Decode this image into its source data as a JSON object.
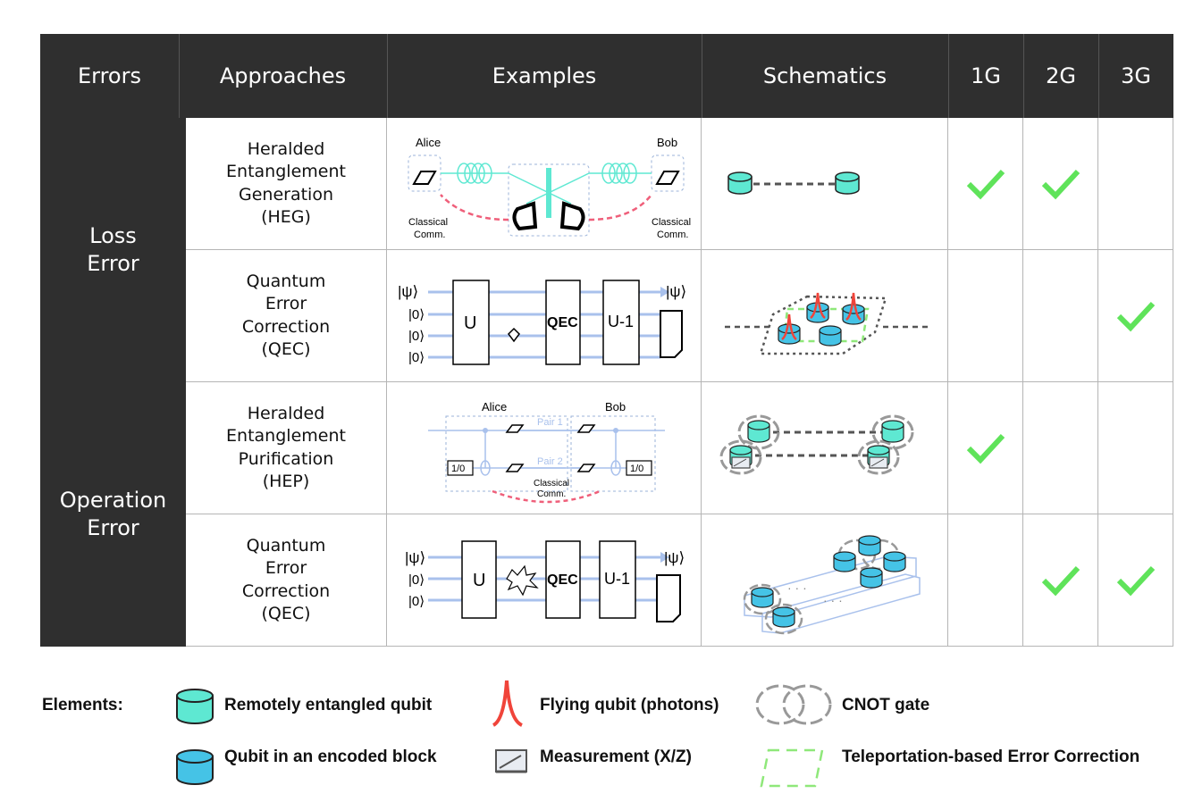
{
  "table": {
    "headers": {
      "errors": "Errors",
      "approaches": "Approaches",
      "examples": "Examples",
      "schematics": "Schematics",
      "g1": "1G",
      "g2": "2G",
      "g3": "3G"
    },
    "error_groups": [
      {
        "label": "Loss\nError"
      },
      {
        "label": "Operation\nError"
      }
    ],
    "rows": [
      {
        "approach": "Heralded\nEntanglement\nGeneration\n(HEG)",
        "g1": true,
        "g2": true,
        "g3": false
      },
      {
        "approach": "Quantum\nError\nCorrection\n(QEC)",
        "g1": false,
        "g2": false,
        "g3": true
      },
      {
        "approach": "Heralded\nEntanglement\nPurification\n(HEP)",
        "g1": true,
        "g2": false,
        "g3": false
      },
      {
        "approach": "Quantum\nError\nCorrection\n(QEC)",
        "g1": false,
        "g2": true,
        "g3": true
      }
    ]
  },
  "example_labels": {
    "alice": "Alice",
    "bob": "Bob",
    "classical_comm_1": "Classical",
    "classical_comm_2": "Comm.",
    "pair1": "Pair 1",
    "pair2": "Pair 2",
    "u": "U",
    "qec": "QEC",
    "u_inv": "U-1",
    "ket_psi": "|ψ⟩",
    "ket_zero": "|0⟩",
    "meas": "1/0"
  },
  "legend": {
    "title": "Elements:",
    "items": [
      {
        "label": "Remotely entangled qubit",
        "icon": "teal-qubit-icon"
      },
      {
        "label": "Qubit in an encoded block",
        "icon": "blue-qubit-icon"
      },
      {
        "label": "Flying qubit (photons)",
        "icon": "photon-icon"
      },
      {
        "label": "Measurement (X/Z)",
        "icon": "measurement-icon"
      },
      {
        "label": "CNOT gate",
        "icon": "cnot-icon"
      },
      {
        "label": "Teleportation-based Error Correction",
        "icon": "teleportation-icon"
      }
    ]
  },
  "colors": {
    "header_bg": "#2f2f2f",
    "teal_qubit": "#5ee8d2",
    "blue_qubit": "#45c3e6",
    "check": "#5fe35a",
    "photon": "#f0443a",
    "classical": "#ef5f7a",
    "wire": "#a9c1ec",
    "teleport": "#8fe87a"
  }
}
